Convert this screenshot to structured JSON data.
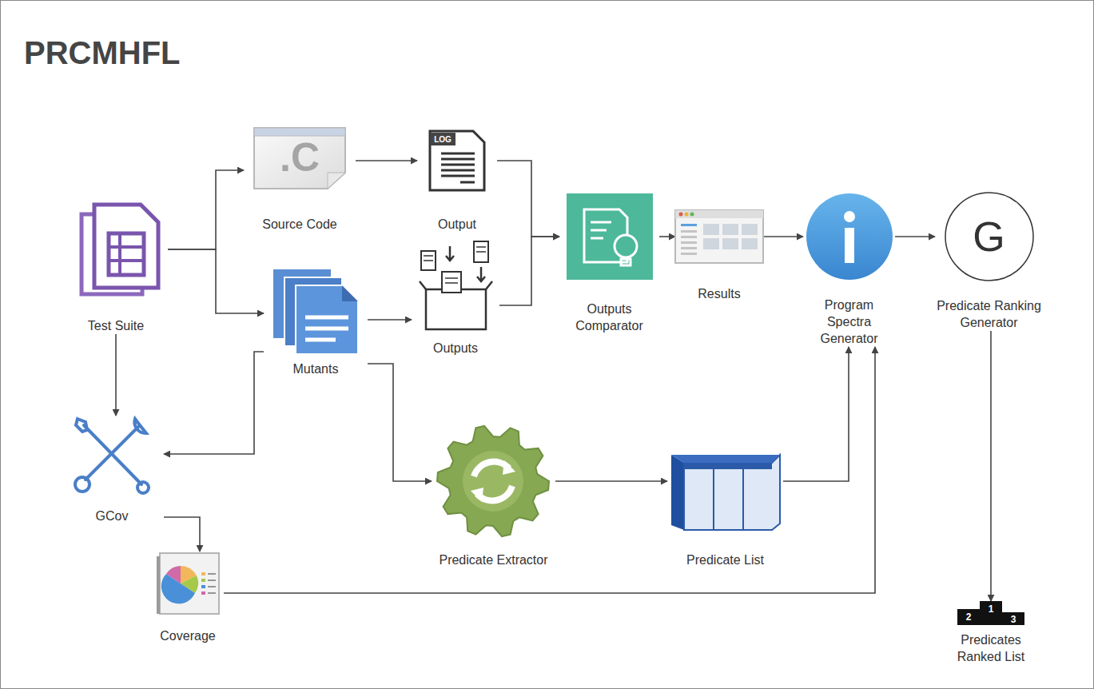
{
  "diagram": {
    "title": "PRCMHFL",
    "nodes": [
      {
        "text": [
          "Test Suite"
        ]
      },
      {
        "text": [
          ".C",
          "Source Code"
        ]
      },
      {
        "text": [
          "Mutants"
        ]
      },
      {
        "text": [
          "GCov"
        ]
      },
      {
        "text": [
          "LOG",
          "Output"
        ]
      },
      {
        "text": [
          "Outputs"
        ]
      },
      {
        "text": [
          "Outputs Comparator"
        ]
      },
      {
        "text": [
          "Predicate Extractor"
        ]
      },
      {
        "text": [
          "Coverage"
        ]
      },
      {
        "text": [
          "Results"
        ]
      },
      {
        "text": [
          "Predicate List"
        ]
      },
      {
        "text": [
          "Program Spectra Generator"
        ]
      },
      {
        "text": [
          "G",
          "Predicate Ranking Generator"
        ]
      },
      {
        "text": [
          "2",
          "1",
          "3",
          "Predicates Ranked List"
        ]
      }
    ],
    "edges": [
      {
        "from": 0,
        "to": 1,
        "arrow": "to"
      },
      {
        "from": 0,
        "to": 2,
        "arrow": "to"
      },
      {
        "from": 0,
        "to": 3,
        "arrow": "to"
      },
      {
        "from": 1,
        "to": 4,
        "arrow": "to"
      },
      {
        "from": 2,
        "to": 5,
        "arrow": "to"
      },
      {
        "from": 2,
        "to": 3,
        "arrow": "to"
      },
      {
        "from": 2,
        "to": 7,
        "arrow": "to"
      },
      {
        "from": 4,
        "to": 6,
        "arrow": "to"
      },
      {
        "from": 5,
        "to": 6,
        "arrow": "to"
      },
      {
        "from": 6,
        "to": 9,
        "arrow": "to"
      },
      {
        "from": 9,
        "to": 11,
        "arrow": "to"
      },
      {
        "from": 7,
        "to": 10,
        "arrow": "to"
      },
      {
        "from": 10,
        "to": 11,
        "arrow": "to"
      },
      {
        "from": 3,
        "to": 8,
        "arrow": "to"
      },
      {
        "from": 8,
        "to": 11,
        "arrow": "to"
      },
      {
        "from": 11,
        "to": 12,
        "arrow": "to"
      },
      {
        "from": 12,
        "to": 13,
        "arrow": "to"
      }
    ]
  }
}
